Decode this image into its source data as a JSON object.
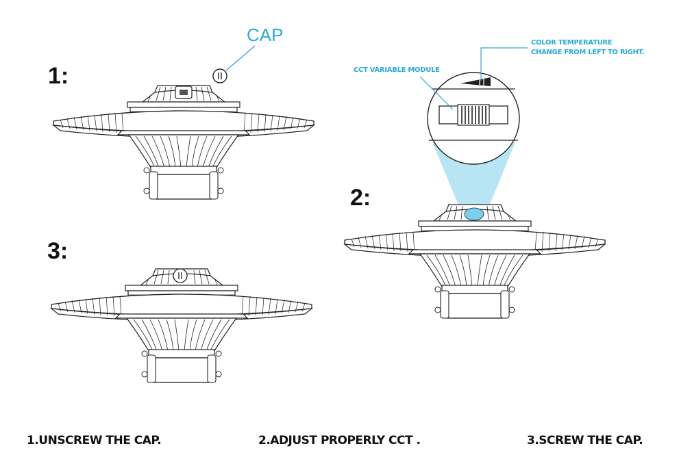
{
  "steps": {
    "one": "1:",
    "two": "2:",
    "three": "3:"
  },
  "callouts": {
    "cap": "CAP",
    "cct_module": "CCT VARIABLE MODULE",
    "color_temp_line1": "COLOR TEMPERATURE",
    "color_temp_line2": "CHANGE FROM LEFT TO RIGHT."
  },
  "captions": {
    "step1": "1.UNSCREW THE CAP.",
    "step2": "2.ADJUST PROPERLY CCT .",
    "step3": "3.SCREW THE CAP."
  },
  "colors": {
    "accent": "#29abd9",
    "line": "#222222",
    "beam": "#9fdcf0"
  }
}
